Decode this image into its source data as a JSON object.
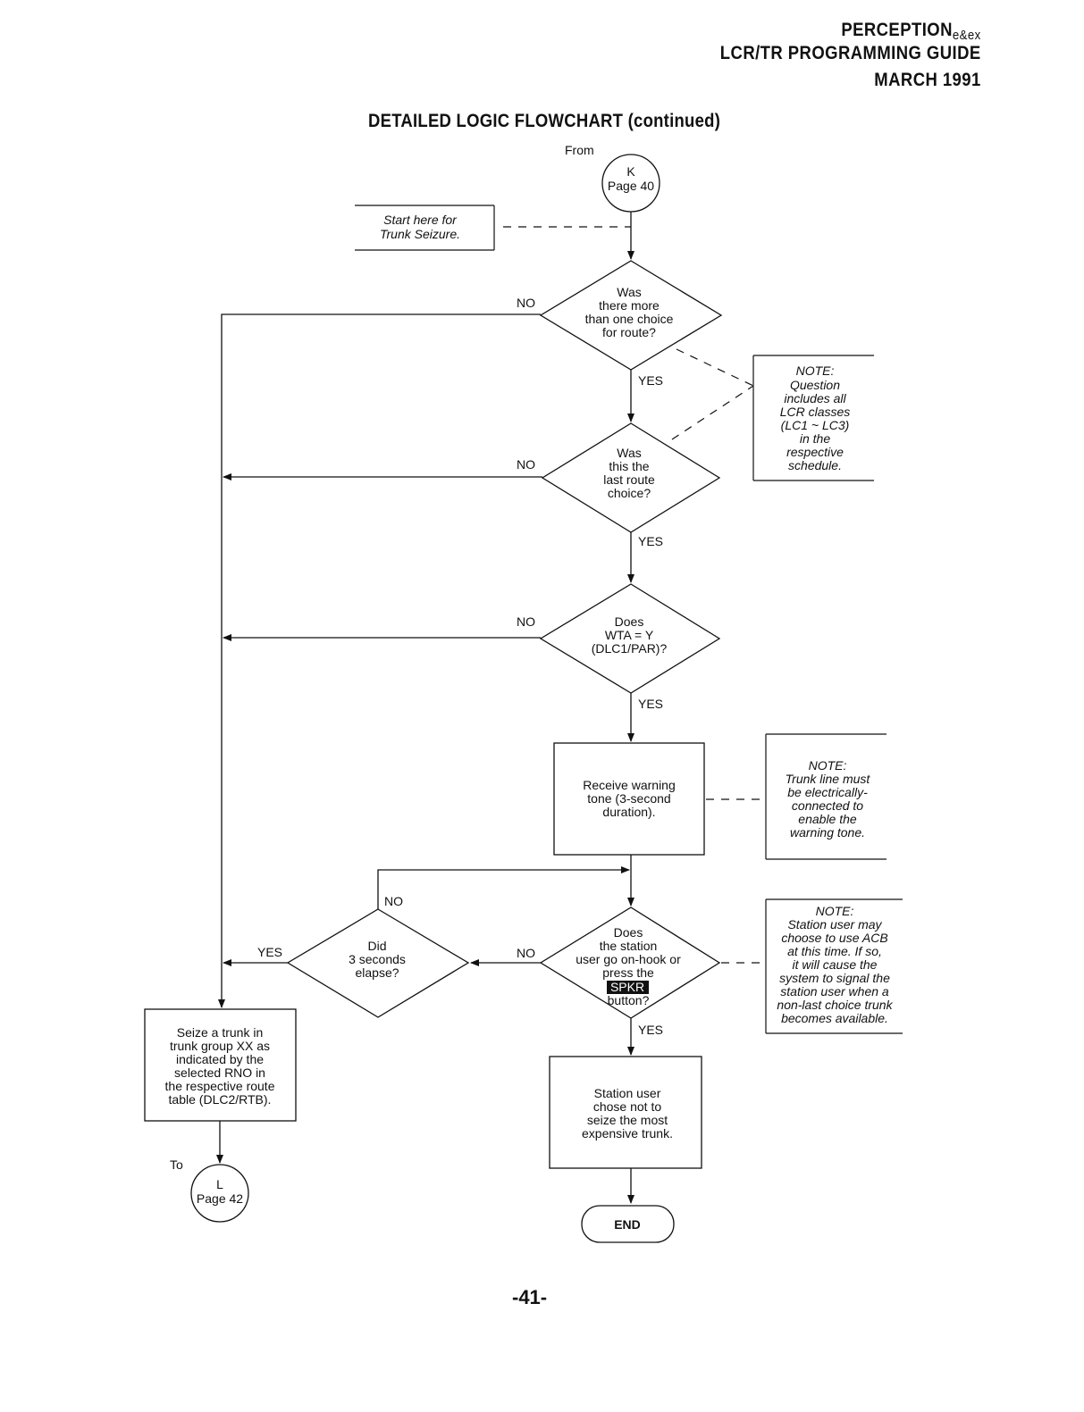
{
  "header": {
    "line1": "PERCEPTION",
    "line1_suffix": "e&ex",
    "line2": "LCR/TR PROGRAMMING GUIDE",
    "line3": "MARCH 1991"
  },
  "title": "DETAILED LOGIC FLOWCHART (continued)",
  "page_number": "-41-",
  "connectors": {
    "from_label": "From",
    "from_letter": "K",
    "from_page": "Page 40",
    "to_label": "To",
    "to_letter": "L",
    "to_page": "Page 42"
  },
  "start_note": [
    "Start here for",
    "Trunk Seizure."
  ],
  "decisions": {
    "d1": [
      "Was",
      "there more",
      "than one choice",
      "for route?"
    ],
    "d2": [
      "Was",
      "this the",
      "last route",
      "choice?"
    ],
    "d3": [
      "Does",
      "WTA = Y",
      "(DLC1/PAR)?"
    ],
    "d4_lines": [
      "Does",
      "the station",
      "user go on-hook or",
      "press the"
    ],
    "d4_key": "SPKR",
    "d4_last": "button?",
    "d5": [
      "Did",
      "3 seconds",
      "elapse?"
    ]
  },
  "processes": {
    "warning": [
      "Receive warning",
      "tone (3-second",
      "duration)."
    ],
    "seize": [
      "Seize a trunk in",
      "trunk group XX as",
      "indicated by the",
      "selected RNO in",
      "the respective route",
      "table (DLC2/RTB)."
    ],
    "station": [
      "Station user",
      "chose not to",
      "seize the most",
      "expensive trunk."
    ]
  },
  "end_label": "END",
  "notes": {
    "n1": [
      "NOTE:",
      "Question",
      "includes all",
      "LCR classes",
      "(LC1 ~ LC3)",
      "in the",
      "respective",
      "schedule."
    ],
    "n2": [
      "NOTE:",
      "Trunk line must",
      "be electrically-",
      "connected to",
      "enable the",
      "warning tone."
    ],
    "n3": [
      "NOTE:",
      "Station user may",
      "choose to use ACB",
      "at this time. If so,",
      "it will cause the",
      "system to signal the",
      "station user when a",
      "non-last choice trunk",
      "becomes available."
    ]
  },
  "edge_labels": {
    "no": "NO",
    "yes": "YES"
  }
}
